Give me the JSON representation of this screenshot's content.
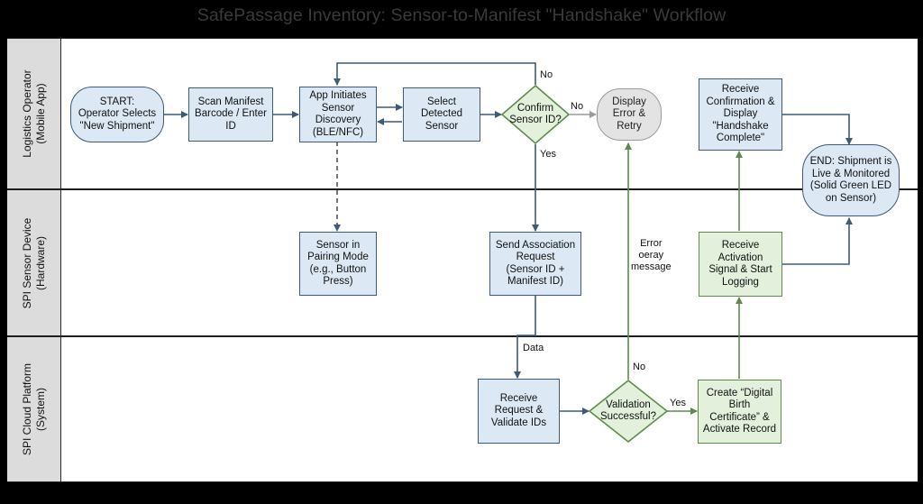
{
  "title": "SafePassage Inventory: Sensor-to-Manifest \"Handshake\" Workflow",
  "lanes": [
    {
      "lines": [
        "Logistics Operator",
        "(Mobile App)"
      ]
    },
    {
      "lines": [
        "SPI Sensor Device",
        "(Hardware)"
      ]
    },
    {
      "lines": [
        "SPI Cloud Platform",
        "(System)"
      ]
    }
  ],
  "nodes": {
    "start": [
      "START:",
      "Operator Selects",
      "\"New Shipment\""
    ],
    "scan": [
      "Scan Manifest",
      "Barcode / Enter",
      "ID"
    ],
    "discovery": [
      "App Initiates",
      "Sensor",
      "Discovery",
      "(BLE/NFC)"
    ],
    "select": [
      "Select",
      "Detected",
      "Sensor"
    ],
    "confirm": [
      "Confirm",
      "Sensor ID?"
    ],
    "error": [
      "Display",
      "Error &",
      "Retry"
    ],
    "receive_confirm": [
      "Receive",
      "Confirmation &",
      "Display",
      "\"Handshake",
      "Complete\""
    ],
    "end": [
      "END: Shipment is",
      "Live & Monitored",
      "(Solid Green LED",
      "on Sensor)"
    ],
    "pairing": [
      "Sensor in",
      "Pairing Mode",
      "(e.g., Button",
      "Press)"
    ],
    "send_assoc": [
      "Send Association",
      "Request",
      "(Sensor ID +",
      "Manifest ID)"
    ],
    "activation": [
      "Receive",
      "Activation",
      "Signal & Start",
      "Logging"
    ],
    "receive_req": [
      "Receive",
      "Request &",
      "Validate IDs"
    ],
    "validation": [
      "Validation",
      "Successful?"
    ],
    "certificate": [
      "Create “Digital",
      "Birth",
      "Certificate” &",
      "Activate Record"
    ]
  },
  "labels": {
    "confirm_no_top": "No",
    "confirm_no_right": "No",
    "confirm_yes": "Yes",
    "data": "Data",
    "error_message": [
      "Error",
      "oeray",
      "message"
    ],
    "validation_no": "No",
    "validation_yes": "Yes"
  },
  "colors": {
    "blue_fill": "#dce8f3",
    "blue_stroke": "#3d5a78",
    "green_fill": "#e2f0dc",
    "green_stroke": "#5f8a4e",
    "gray_fill": "#e3e3e3"
  }
}
